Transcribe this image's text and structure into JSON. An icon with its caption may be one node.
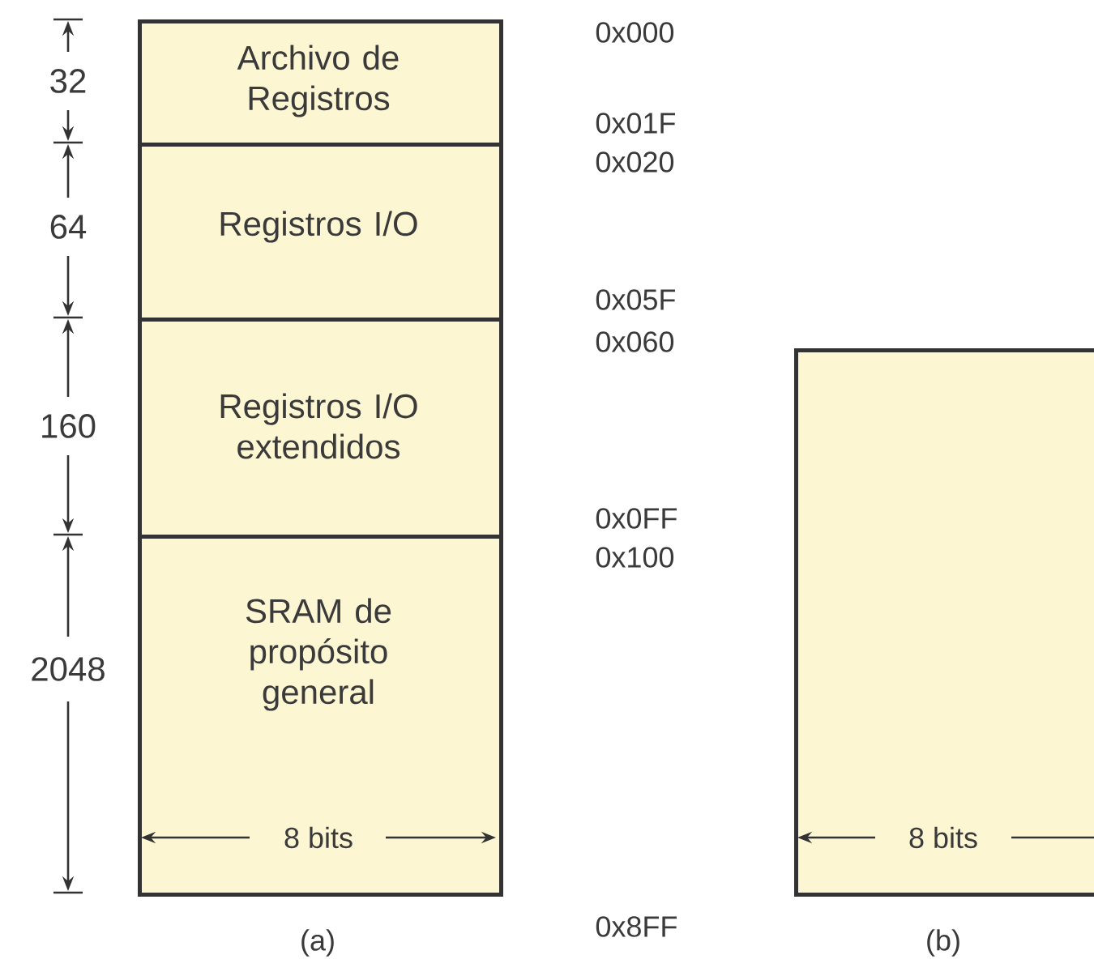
{
  "diagram": {
    "nodes": [
      {
        "text": [
          "Archivo de Registros"
        ]
      },
      {
        "text": [
          "Registros I/O"
        ]
      },
      {
        "text": [
          "Registros I/O extendidos"
        ]
      },
      {
        "text": [
          "SRAM de propósito general",
          "8 bits"
        ]
      },
      {
        "text": [
          "8 bits"
        ]
      }
    ],
    "labels": [
      "32",
      "0x000",
      "0x01F",
      "0x020",
      "64",
      "0x05F",
      "0x060",
      "160",
      "0x0FF",
      "0x100",
      "2048",
      "0x8FF",
      "(a)",
      "(b)"
    ]
  }
}
